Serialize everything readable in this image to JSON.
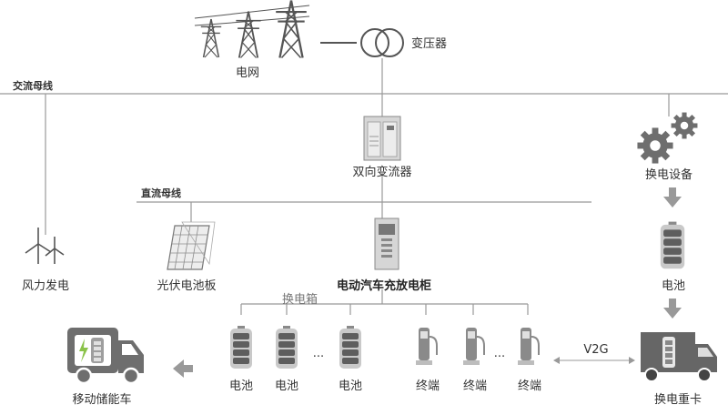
{
  "colors": {
    "line": "#999999",
    "icon": "#6e6e6e",
    "icon_light": "#bdbdbd",
    "icon_dark": "#555555",
    "accent_green": "#8bc34a"
  },
  "grid": {
    "label": "电网",
    "transformer_label": "变压器"
  },
  "ac_bus": {
    "label": "交流母线"
  },
  "dc_bus": {
    "label": "直流母线"
  },
  "bidirectional_converter": {
    "label": "双向变流器"
  },
  "wind": {
    "label": "风力发电"
  },
  "pv": {
    "label": "光伏电池板"
  },
  "ev_cabinet": {
    "label": "电动汽车充放电柜"
  },
  "swap_box": {
    "label": "换电箱"
  },
  "batteries": [
    {
      "label": "电池"
    },
    {
      "label": "电池"
    },
    {
      "label": "电池"
    }
  ],
  "terminals": [
    {
      "label": "终端"
    },
    {
      "label": "终端"
    },
    {
      "label": "终端"
    }
  ],
  "ellipsis": "···",
  "v2g": {
    "label": "V2G"
  },
  "swap_equipment": {
    "label": "换电设备"
  },
  "right_battery": {
    "label": "电池"
  },
  "heavy_truck": {
    "label": "换电重卡"
  },
  "mobile_storage": {
    "label": "移动储能车"
  }
}
